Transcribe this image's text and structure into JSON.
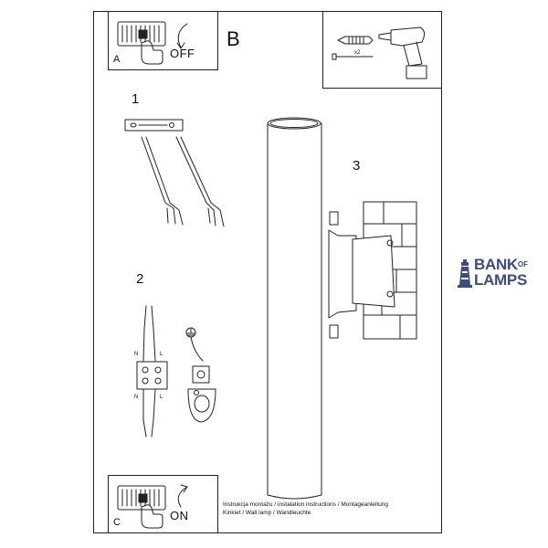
{
  "panels": {
    "a": {
      "letter": "A",
      "switch_label": "OFF"
    },
    "b": {
      "letter": "B",
      "screw_count": "x2"
    },
    "c": {
      "letter": "C",
      "switch_label": "ON"
    }
  },
  "steps": [
    "1",
    "2",
    "3"
  ],
  "wiring": {
    "top_left": "N",
    "top_right": "L",
    "bottom_left": "N",
    "bottom_right": "L"
  },
  "footer": {
    "line1": "Instrukcja montażu / instalation instructions / Montageanleitung",
    "line2": "Kinkiet / Wall lamp / Wandleuchte"
  },
  "brand": {
    "word1": "BANK",
    "word2": "OF",
    "word3": "LAMPS",
    "color": "#3d4c7d"
  }
}
